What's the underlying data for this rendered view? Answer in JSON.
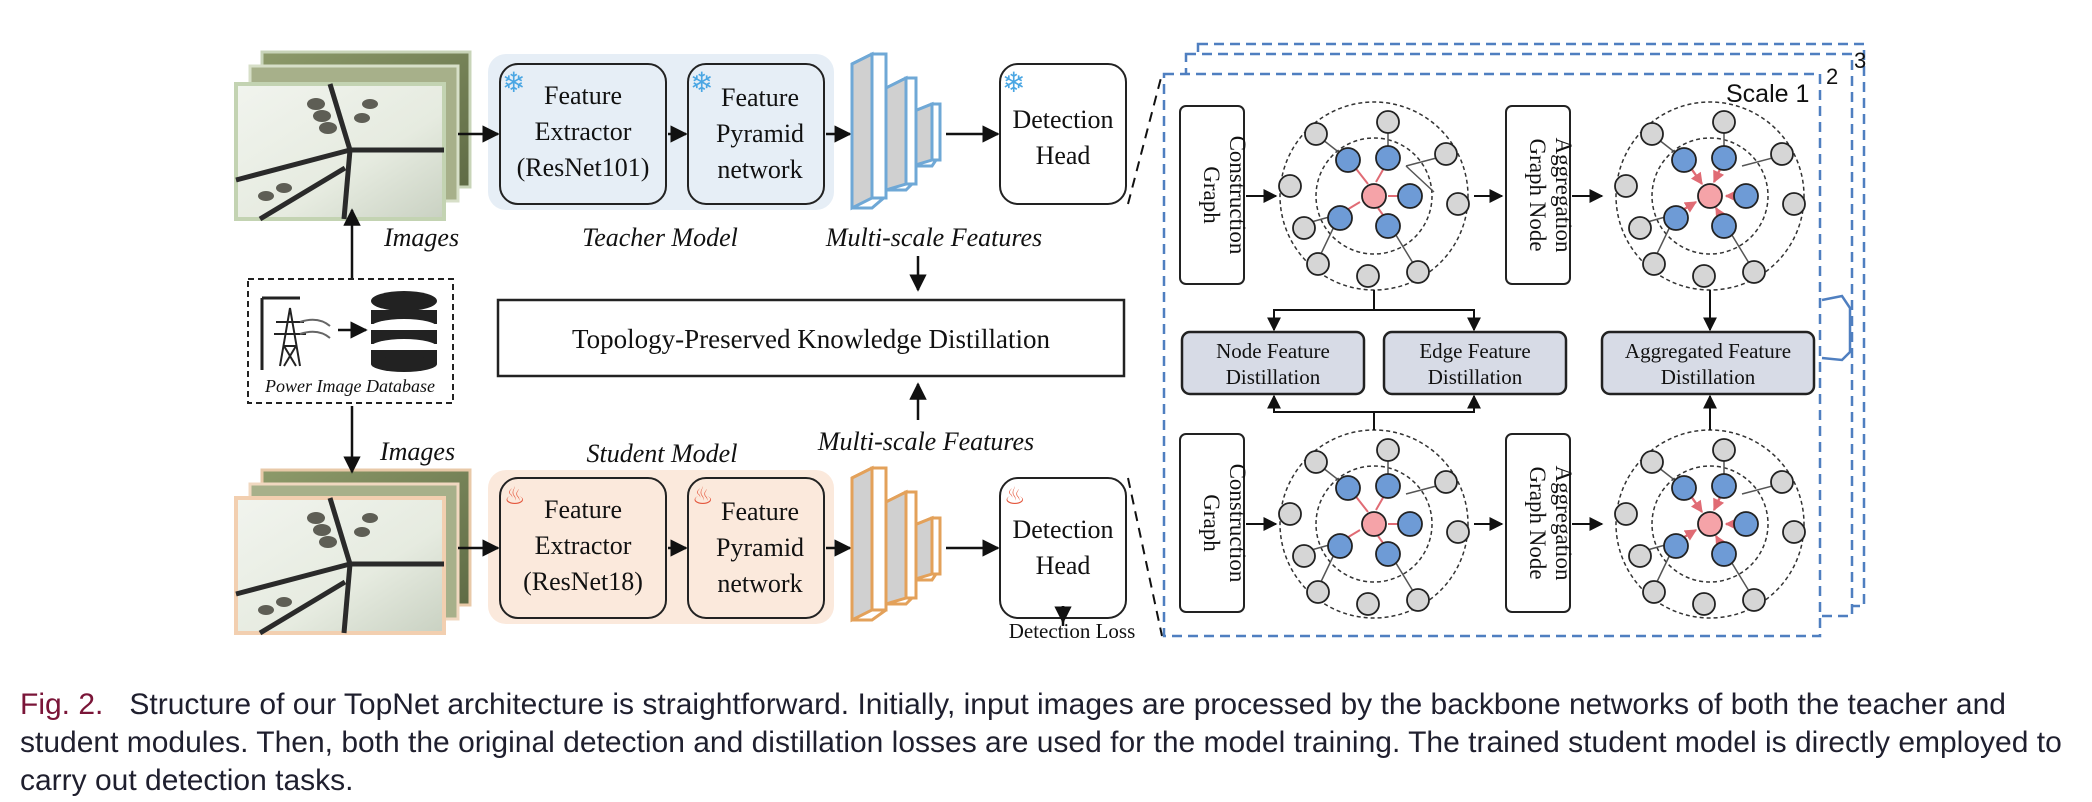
{
  "teacher": {
    "feature_extractor": [
      "Feature",
      "Extractor",
      "(ResNet101)"
    ],
    "fpn": [
      "Feature",
      "Pyramid",
      "network"
    ],
    "head": [
      "Detection",
      "Head"
    ],
    "model_label": "Teacher Model",
    "features_label": "Multi-scale Features"
  },
  "student": {
    "feature_extractor": [
      "Feature",
      "Extractor",
      "(ResNet18)"
    ],
    "fpn": [
      "Feature",
      "Pyramid",
      "network"
    ],
    "head": [
      "Detection",
      "Head"
    ],
    "model_label": "Student Model",
    "features_label": "Multi-scale Features",
    "loss_label": "Detection Loss"
  },
  "images_label_top": "Images",
  "images_label_bottom": "Images",
  "database_label": "Power Image Database",
  "distillation_label": "Topology-Preserved Knowledge Distillation",
  "panel": {
    "scale_labels": [
      "Scale 1",
      "2",
      "3"
    ],
    "graph_construction": [
      "Graph",
      "Construction"
    ],
    "graph_node_aggregation": [
      "Graph Node",
      "Aggregation"
    ],
    "node_feature_distillation": [
      "Node Feature",
      "Distillation"
    ],
    "edge_feature_distillation": [
      "Edge Feature",
      "Distillation"
    ],
    "aggregated_feature_distillation": [
      "Aggregated Feature",
      "Distillation"
    ]
  },
  "caption": {
    "fig": "Fig. 2.",
    "text": "Structure of our TopNet architecture is straightforward. Initially, input images are processed by the backbone networks of both the teacher and student modules. Then, both the original detection and distillation losses are used for the model training. The trained student model is directly employed to carry out detection tasks."
  },
  "colors": {
    "teacher_bg": "#e6eef6",
    "student_bg": "#fbe9dc",
    "teacher_cube": "#6fa8d6",
    "student_cube": "#e3a15a",
    "node_blue": "#6e9bd6",
    "node_center": "#f5a3a8",
    "node_gray": "#d6d6d6",
    "distill_box": "#d7dbe6",
    "panel_dash": "#4f7fc0",
    "caption_fig": "#7a1538"
  }
}
